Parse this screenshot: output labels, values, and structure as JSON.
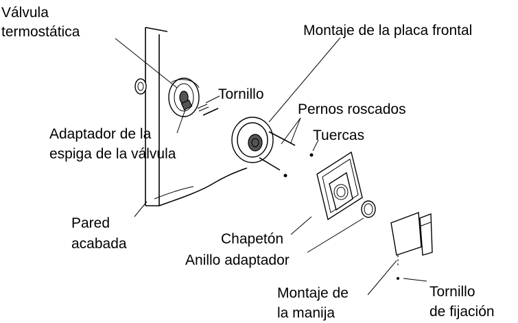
{
  "labels": {
    "valvula_line1": "Válvula",
    "valvula_line2": "termostática",
    "montaje_placa": "Montaje de la placa frontal",
    "tornillo": "Tornillo",
    "pernos": "Pernos roscados",
    "adaptador_line1": "Adaptador de la",
    "adaptador_line2": "espiga de la válvula",
    "tuercas": "Tuercas",
    "pared_line1": "Pared",
    "pared_line2": "acabada",
    "chapeton": "Chapetón",
    "anillo": "Anillo adaptador",
    "montaje_manija_line1": "Montaje de",
    "montaje_manija_line2": "la manija",
    "tornillo_fijacion_line1": "Tornillo",
    "tornillo_fijacion_line2": "de fijación"
  }
}
